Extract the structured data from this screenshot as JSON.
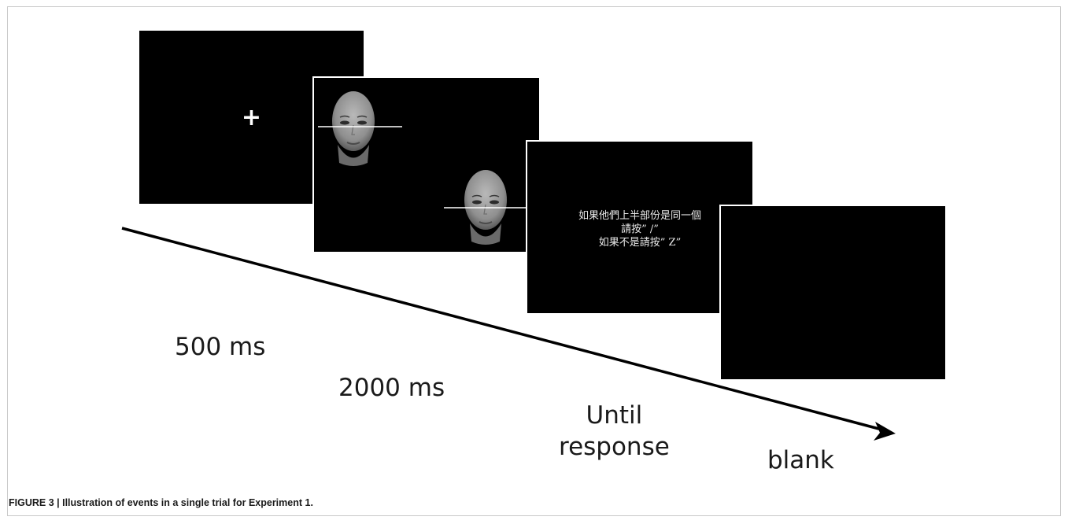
{
  "diagram": {
    "screens": [
      {
        "id": "fixation",
        "content": "+"
      },
      {
        "id": "faces"
      },
      {
        "id": "instruction",
        "lines": [
          "如果他們上半部份是同一個",
          "請按” /”",
          "如果不是請按” Z”"
        ]
      },
      {
        "id": "blank"
      }
    ],
    "durations": {
      "first": "500 ms",
      "second": "2000 ms",
      "third_line1": "Until",
      "third_line2": "response",
      "fourth": "blank"
    }
  },
  "caption": "FIGURE 3 | Illustration of events in a single trial for Experiment 1."
}
